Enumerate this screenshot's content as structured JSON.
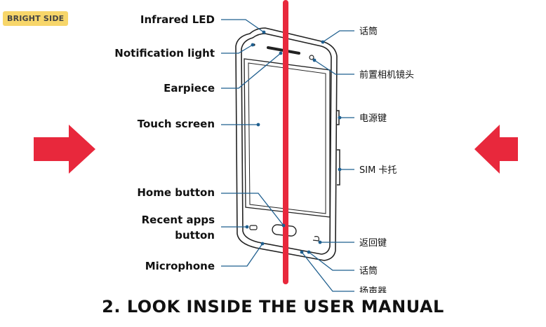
{
  "badge": "BRIGHT SIDE",
  "title": "2. LOOK INSIDE THE USER MANUAL",
  "colors": {
    "accent_red": "#e8283c",
    "badge_yellow": "#f7d66a"
  },
  "diagram": {
    "left_labels": [
      "Infrared LED",
      "Notification light",
      "Earpiece",
      "Touch screen",
      "Home button",
      "Recent apps",
      "button",
      "Microphone"
    ],
    "right_labels": [
      "话筒",
      "前置相机镜头",
      "电源键",
      "SIM 卡托",
      "返回键",
      "话筒",
      "扬声器"
    ]
  },
  "icons": {
    "left_arrow": "arrow-right-icon",
    "right_arrow": "arrow-left-icon"
  }
}
